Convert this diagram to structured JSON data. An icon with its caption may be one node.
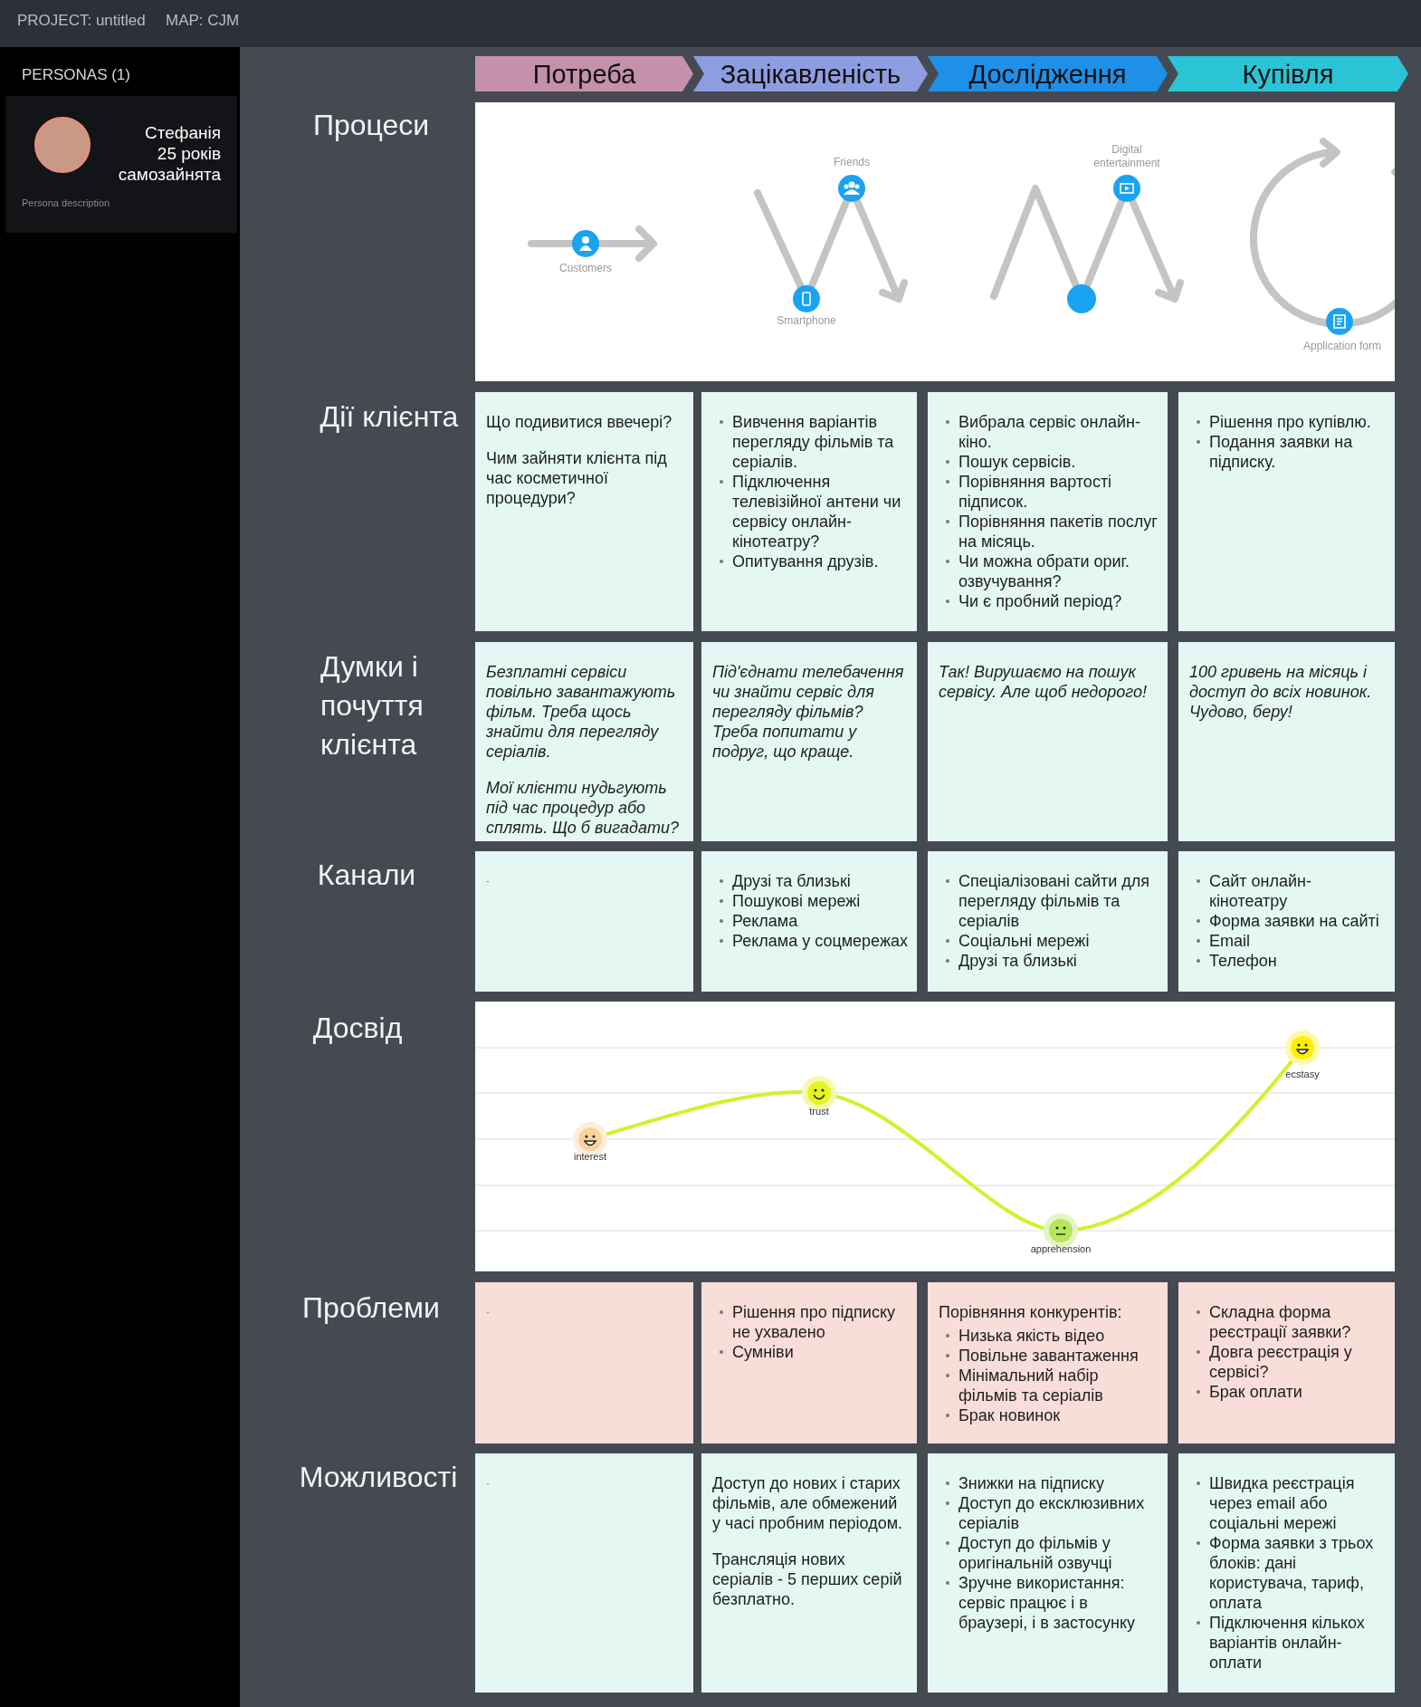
{
  "diagram": {
    "nodes": [
      {
        "text": [
          "Стефанія",
          "25 років",
          "самозайнята",
          "Persona description"
        ]
      },
      {
        "text": [],
        "shape": "circle",
        "in": 0
      },
      {
        "text": [
          "Потреба"
        ]
      },
      {
        "text": [
          "Зацікавленість"
        ]
      },
      {
        "text": [
          "Дослідження"
        ]
      },
      {
        "text": [
          "Купівля"
        ]
      },
      {
        "text": [
          "Що подивитися ввечері?",
          "Чим зайняти клієнта під час косметичної процедури?"
        ]
      },
      {
        "text": [
          "Вивчення варіантів перегляду фільмів та серіалів.",
          "Підключення телевізійної антени чи сервісу онлайн-кінотеатру?",
          "Опитування друзів."
        ]
      },
      {
        "text": [
          "Вибрала сервіс онлайн-кіно.",
          "Пошук сервісів.",
          "Порівняння вартості підписок.",
          "Порівняння пакетів послуг на місяць.",
          "Чи можна обрати ориг. озвучування?",
          "Чи є пробний період?"
        ]
      },
      {
        "text": [
          "Рішення про купівлю.",
          "Подання заявки на підписку."
        ]
      },
      {
        "text": [
          "Безплатні сервіси повільно завантажують фільм. Треба щось знайти для перегляду серіалів.",
          "Мої клієнти нудьгують під час процедур або сплять. Що б вигадати?"
        ]
      },
      {
        "text": [
          "Під'єднати телебачення чи знайти сервіс для перегляду фільмів?",
          "Треба попитати у подруг, що краще."
        ]
      },
      {
        "text": [
          "Так! Вирушаємо на пошук сервісу. Але щоб недорого!"
        ]
      },
      {
        "text": [
          "100 гривень на місяць і доступ до всіх новинок. Чудово, беру!"
        ]
      },
      {
        "text": [
          "-"
        ]
      },
      {
        "text": [
          "Друзі та близькі",
          "Пошукові мережі",
          "Реклама",
          "Реклама у соцмережах"
        ]
      },
      {
        "text": [
          "Спеціалізовані сайти для перегляду фільмів та серіалів",
          "Соціальні мережі",
          "Друзі та близькі"
        ]
      },
      {
        "text": [
          "Сайт онлайн-кінотеатру",
          "Форма заявки на сайті",
          "Email",
          "Телефон"
        ]
      },
      {
        "text": [
          "-"
        ]
      },
      {
        "text": [
          "Рішення про підписку не ухвалено",
          "Сумніви"
        ]
      },
      {
        "text": [
          "Порівняння конкурентів:",
          "Низька якість відео",
          "Повільне завантаження",
          "Мінімальний набір фільмів та серіалів",
          "Брак новинок"
        ]
      },
      {
        "text": [
          "Складна форма реєстрації заявки?",
          "Довга реєстрація у сервісі?",
          "Брак оплати"
        ]
      },
      {
        "text": [
          "-"
        ]
      },
      {
        "text": [
          "Доступ до нових і старих фільмів, але обмежений у часі пробним періодом.",
          "Трансляція нових серіалів - 5 перших серій безплатно."
        ]
      },
      {
        "text": [
          "Знижки на підписку",
          "Доступ до ексклюзивних серіалів",
          "Доступ до фільмів у оригінальній озвучці",
          "Зручне використання: сервіс працює і в браузері, і в застосунку"
        ]
      },
      {
        "text": [
          "Швидка реєстрація через email або соціальні мережі",
          "Форма заявки з трьох блоків: дані користувача, тариф, оплата",
          "Підключення кількох варіантів онлайн-оплати"
        ]
      }
    ],
    "edges": [],
    "labels": [
      "PROJECT: untitled",
      "MAP: CJM",
      "PERSONAS (1)",
      "Процеси",
      "Дії клієнта",
      "Думки і почуття клієнта",
      "Канали",
      "Досвід",
      "Проблеми",
      "Можливості",
      "Customers",
      "Friends",
      "Smartphone",
      "Digital entertainment",
      "Application form",
      "interest",
      "trust",
      "apprehension",
      "ecstasy"
    ]
  }
}
